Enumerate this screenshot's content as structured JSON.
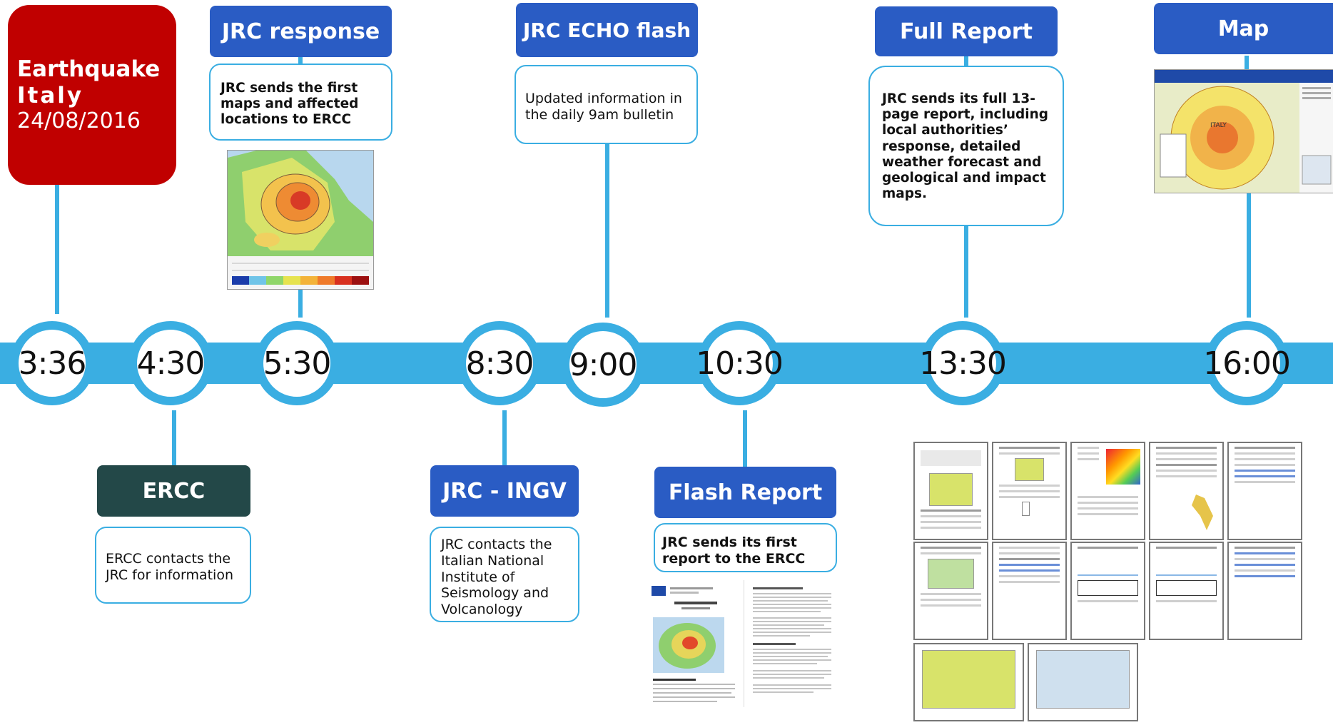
{
  "event": {
    "line1": "Earthquake",
    "line2": "Italy",
    "date": "24/08/2016"
  },
  "times": [
    "3:36",
    "4:30",
    "5:30",
    "8:30",
    "9:00",
    "10:30",
    "13:30",
    "16:00"
  ],
  "boxes": {
    "jrc_response": {
      "title": "JRC response",
      "text": "JRC sends the first maps and affected locations to ERCC"
    },
    "ercc": {
      "title": "ERCC",
      "text": "ERCC contacts the JRC for information"
    },
    "jrc_ingv": {
      "title": "JRC - INGV",
      "text": "JRC contacts the Italian National Institute of Seismology and Volcanology"
    },
    "echo_flash": {
      "title": "JRC ECHO flash",
      "text": "Updated information in the daily 9am bulletin"
    },
    "flash_report": {
      "title": "Flash Report",
      "text": "JRC sends its first report to the ERCC"
    },
    "full_report": {
      "title": "Full Report",
      "text": "JRC sends its full 13-page report, including local authorities’ response, detailed weather forecast and geological and impact maps."
    },
    "map": {
      "title": "Map"
    }
  },
  "map_caption": {
    "country": "ITALY"
  },
  "colors": {
    "timeline": "#3aaee2",
    "header_blue": "#2a5cc4",
    "ercc_header": "#234848",
    "event_red": "#c00000"
  }
}
